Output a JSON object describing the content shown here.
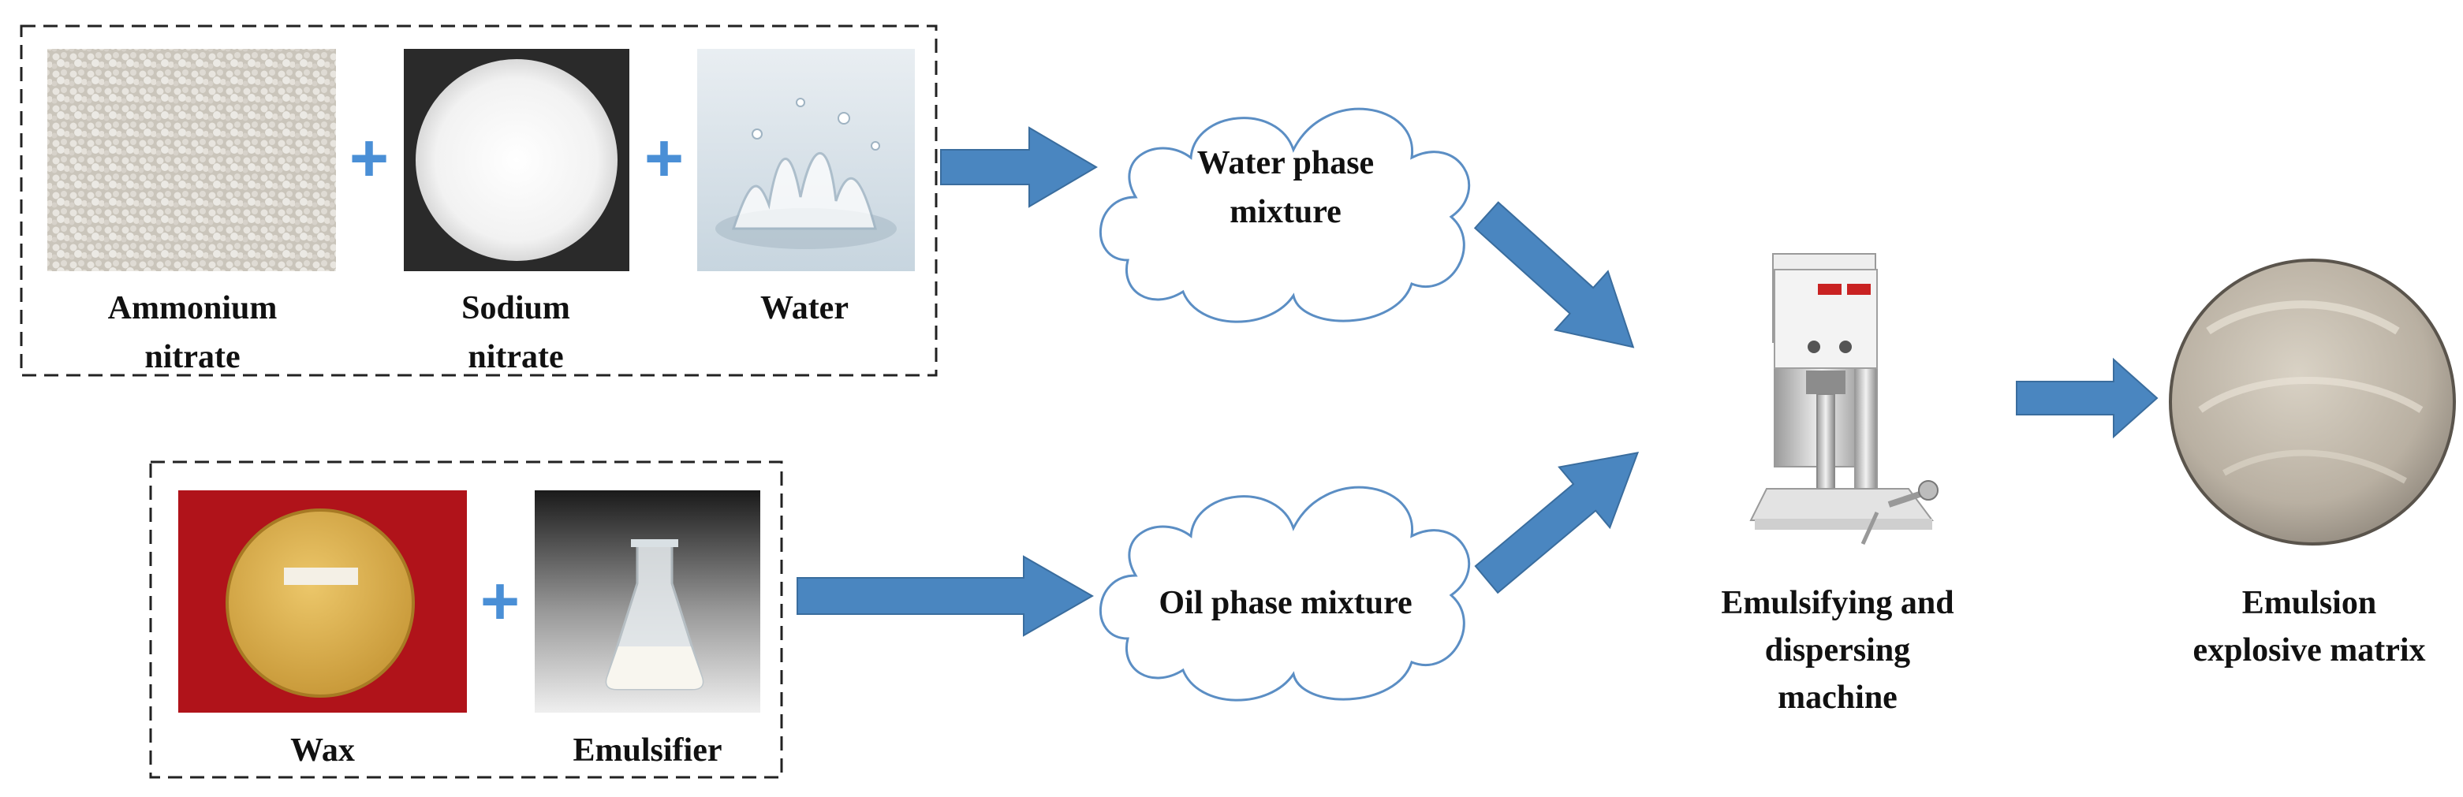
{
  "ingredients": {
    "ammonium_nitrate": [
      "Ammonium",
      "nitrate"
    ],
    "sodium_nitrate": [
      "Sodium",
      "nitrate"
    ],
    "water": "Water",
    "wax": "Wax",
    "emulsifier": "Emulsifier"
  },
  "clouds": {
    "water_phase": [
      "Water phase",
      "mixture"
    ],
    "oil_phase": "Oil phase mixture"
  },
  "machine": [
    "Emulsifying and",
    "dispersing",
    "machine"
  ],
  "product": [
    "Emulsion",
    "explosive matrix"
  ],
  "operator": "+",
  "colors": {
    "arrow_fill": "#4a86c0",
    "arrow_stroke": "#3a6d9e",
    "cloud_stroke": "#5b8ec4",
    "plus": "#4a8fd6",
    "dashed_border": "#222222"
  }
}
